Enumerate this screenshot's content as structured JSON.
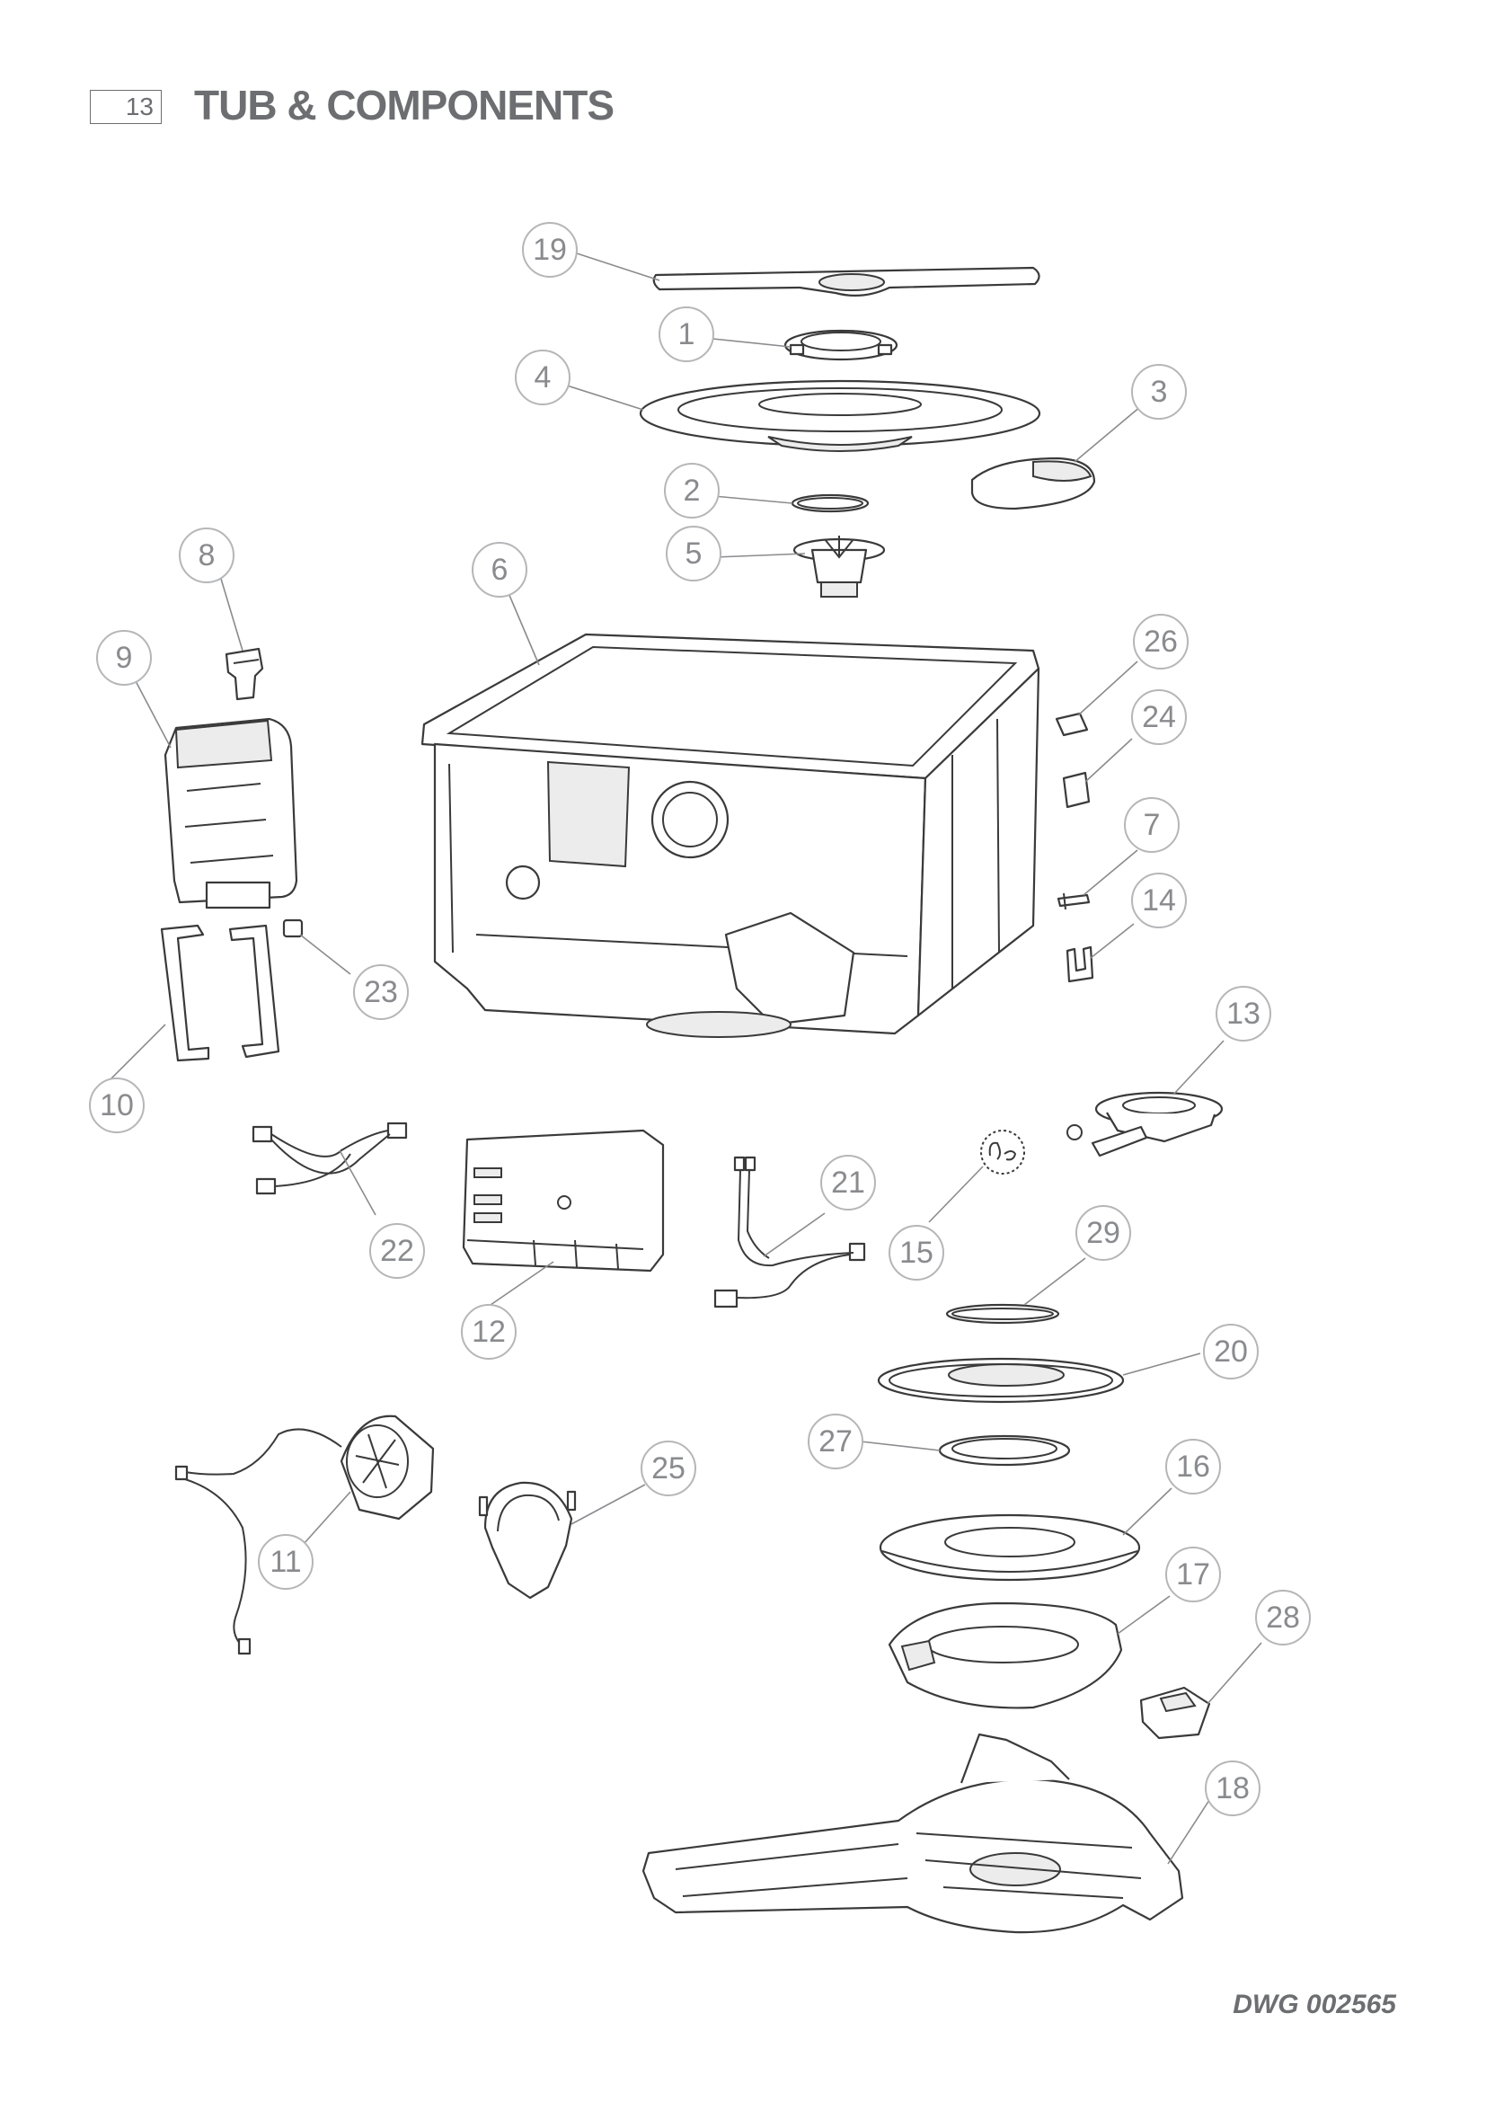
{
  "header": {
    "page_number": "13",
    "title": "TUB & COMPONENTS"
  },
  "footer": {
    "drawing_number": "DWG 002565"
  },
  "callouts": [
    {
      "id": "c19",
      "number": "19"
    },
    {
      "id": "c1",
      "number": "1"
    },
    {
      "id": "c4",
      "number": "4"
    },
    {
      "id": "c3",
      "number": "3"
    },
    {
      "id": "c2",
      "number": "2"
    },
    {
      "id": "c5",
      "number": "5"
    },
    {
      "id": "c8",
      "number": "8"
    },
    {
      "id": "c6",
      "number": "6"
    },
    {
      "id": "c9",
      "number": "9"
    },
    {
      "id": "c26",
      "number": "26"
    },
    {
      "id": "c24",
      "number": "24"
    },
    {
      "id": "c7",
      "number": "7"
    },
    {
      "id": "c14",
      "number": "14"
    },
    {
      "id": "c23",
      "number": "23"
    },
    {
      "id": "c13",
      "number": "13"
    },
    {
      "id": "c10",
      "number": "10"
    },
    {
      "id": "c21",
      "number": "21"
    },
    {
      "id": "c22",
      "number": "22"
    },
    {
      "id": "c15",
      "number": "15"
    },
    {
      "id": "c29",
      "number": "29"
    },
    {
      "id": "c12",
      "number": "12"
    },
    {
      "id": "c20",
      "number": "20"
    },
    {
      "id": "c27",
      "number": "27"
    },
    {
      "id": "c25",
      "number": "25"
    },
    {
      "id": "c16",
      "number": "16"
    },
    {
      "id": "c11",
      "number": "11"
    },
    {
      "id": "c17",
      "number": "17"
    },
    {
      "id": "c28",
      "number": "28"
    },
    {
      "id": "c18",
      "number": "18"
    }
  ]
}
